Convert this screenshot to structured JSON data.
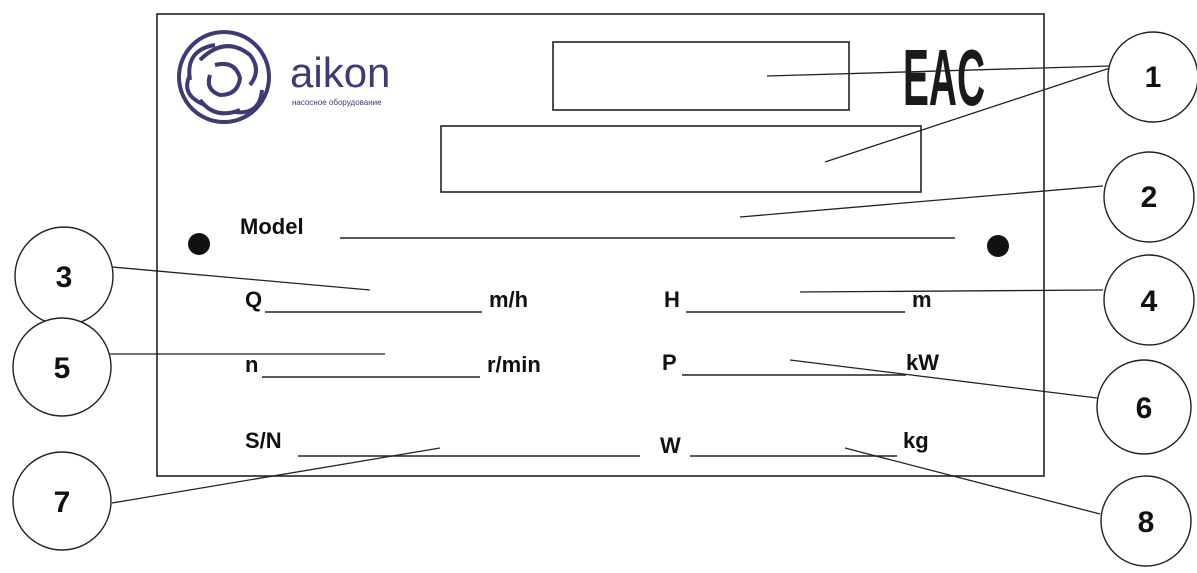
{
  "brand": {
    "name": "aikon",
    "tagline": "насосное оборудование",
    "color": "#3d3a78",
    "logo_icon": "spiral-logo-icon"
  },
  "certification_mark": "EAC",
  "plate": {
    "model_label": "Model",
    "q_label": "Q",
    "q_unit": "m/h",
    "h_label": "H",
    "h_unit": "m",
    "n_label": "n",
    "n_unit": "r/min",
    "p_label": "P",
    "p_unit": "kW",
    "sn_label": "S/N",
    "w_label": "W",
    "w_unit": "kg"
  },
  "callouts": [
    "1",
    "2",
    "3",
    "4",
    "5",
    "6",
    "7",
    "8"
  ]
}
